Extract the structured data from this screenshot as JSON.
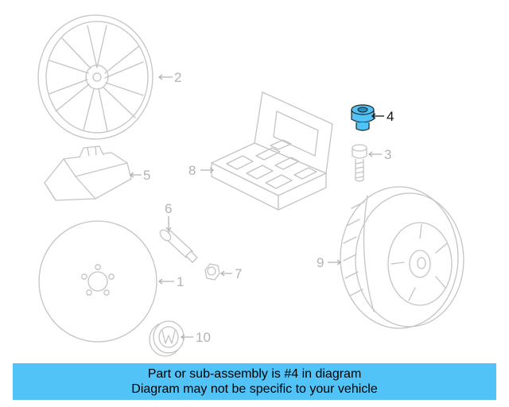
{
  "diagram": {
    "callouts": {
      "c1": "1",
      "c2": "2",
      "c3": "3",
      "c4": "4",
      "c5": "5",
      "c6": "6",
      "c7": "7",
      "c8": "8",
      "c9": "9",
      "c10": "10"
    },
    "highlight_callout": "4",
    "colors": {
      "line": "#c4c4c4",
      "label": "#b3b3b3",
      "highlight": "#52c3f6",
      "highlight_text": "#111111"
    }
  },
  "banner": {
    "line1": "Part or sub-assembly is #4 in diagram",
    "line2": "Diagram may not be specific to your vehicle",
    "color": "#52c3f6"
  }
}
